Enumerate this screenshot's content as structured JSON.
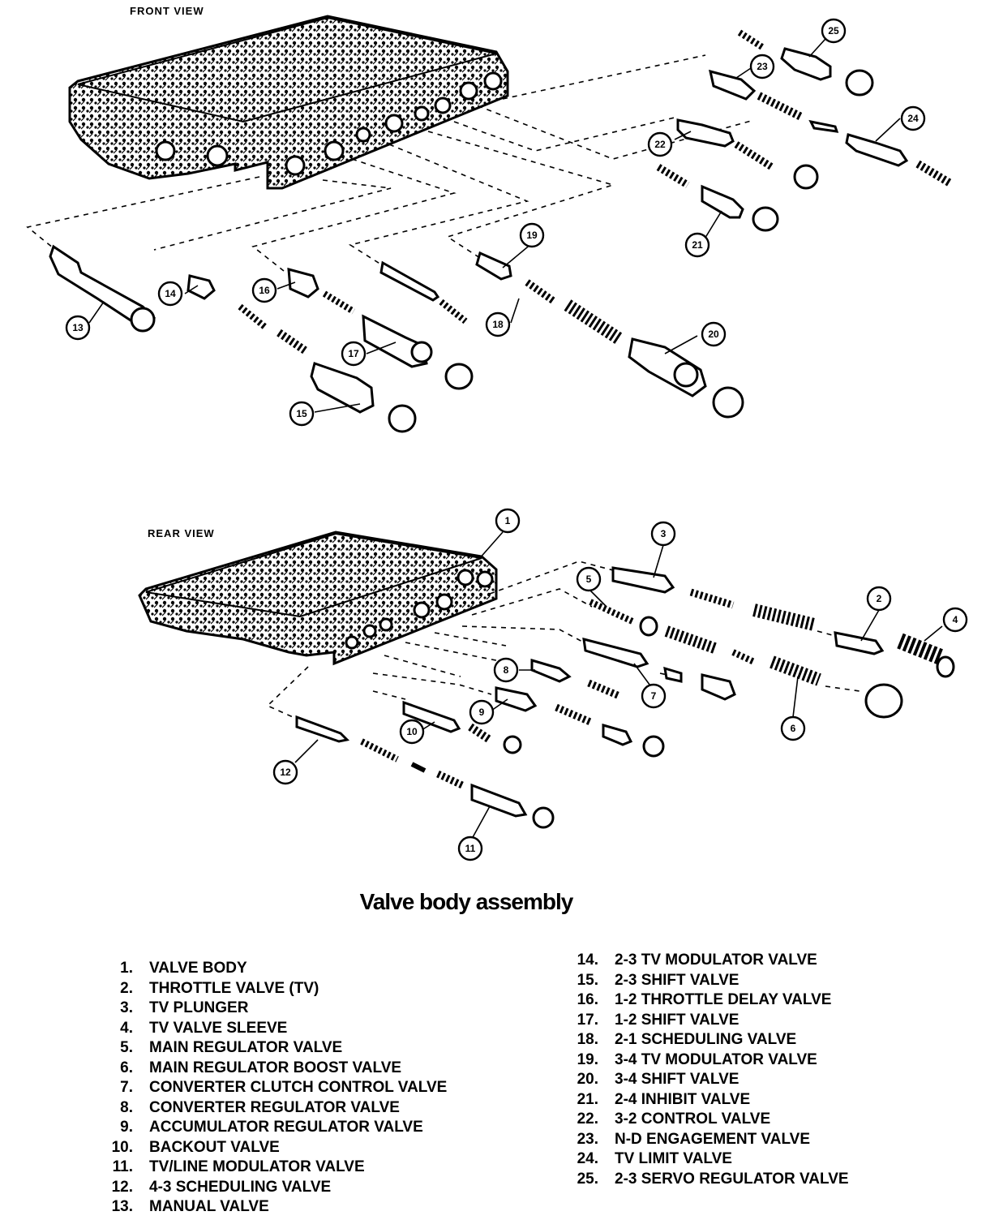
{
  "views": {
    "front": "FRONT VIEW",
    "rear": "REAR VIEW"
  },
  "title": "Valve body assembly",
  "callouts": [
    "1",
    "2",
    "3",
    "4",
    "5",
    "6",
    "7",
    "8",
    "9",
    "10",
    "11",
    "12",
    "13",
    "14",
    "15",
    "16",
    "17",
    "18",
    "19",
    "20",
    "21",
    "22",
    "23",
    "24",
    "25"
  ],
  "legend": [
    {
      "num": "1.",
      "label": "VALVE BODY"
    },
    {
      "num": "2.",
      "label": "THROTTLE VALVE (TV)"
    },
    {
      "num": "3.",
      "label": "TV PLUNGER"
    },
    {
      "num": "4.",
      "label": "TV VALVE SLEEVE"
    },
    {
      "num": "5.",
      "label": "MAIN REGULATOR VALVE"
    },
    {
      "num": "6.",
      "label": "MAIN REGULATOR BOOST VALVE"
    },
    {
      "num": "7.",
      "label": "CONVERTER CLUTCH CONTROL VALVE"
    },
    {
      "num": "8.",
      "label": "CONVERTER REGULATOR VALVE"
    },
    {
      "num": "9.",
      "label": "ACCUMULATOR REGULATOR VALVE"
    },
    {
      "num": "10.",
      "label": "BACKOUT VALVE"
    },
    {
      "num": "11.",
      "label": "TV/LINE MODULATOR VALVE"
    },
    {
      "num": "12.",
      "label": "4-3 SCHEDULING VALVE"
    },
    {
      "num": "13.",
      "label": "MANUAL VALVE"
    },
    {
      "num": "14.",
      "label": "2-3 TV MODULATOR VALVE"
    },
    {
      "num": "15.",
      "label": "2-3 SHIFT VALVE"
    },
    {
      "num": "16.",
      "label": "1-2 THROTTLE DELAY VALVE"
    },
    {
      "num": "17.",
      "label": "1-2 SHIFT VALVE"
    },
    {
      "num": "18.",
      "label": "2-1 SCHEDULING VALVE"
    },
    {
      "num": "19.",
      "label": "3-4 TV MODULATOR VALVE"
    },
    {
      "num": "20.",
      "label": "3-4 SHIFT VALVE"
    },
    {
      "num": "21.",
      "label": "2-4 INHIBIT VALVE"
    },
    {
      "num": "22.",
      "label": "3-2 CONTROL VALVE"
    },
    {
      "num": "23.",
      "label": "N-D ENGAGEMENT VALVE"
    },
    {
      "num": "24.",
      "label": "TV LIMIT VALVE"
    },
    {
      "num": "25.",
      "label": "2-3 SERVO REGULATOR VALVE"
    }
  ]
}
